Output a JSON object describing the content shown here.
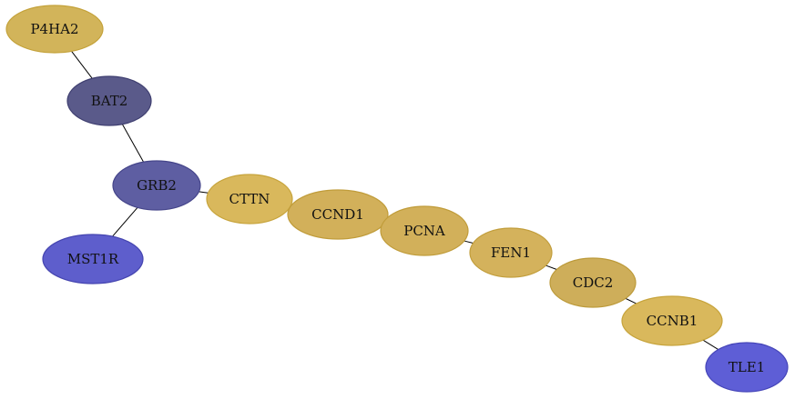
{
  "graph": {
    "nodes": [
      {
        "id": "P4HA2",
        "label": "P4HA2",
        "fill": "#d2b45a",
        "stroke": "#c4a23a"
      },
      {
        "id": "BAT2",
        "label": "BAT2",
        "fill": "#5a5a8a",
        "stroke": "#3f3f70"
      },
      {
        "id": "GRB2",
        "label": "GRB2",
        "fill": "#5e5ea2",
        "stroke": "#45458a"
      },
      {
        "id": "MST1R",
        "label": "MST1R",
        "fill": "#5e5ecc",
        "stroke": "#4545b0"
      },
      {
        "id": "CTTN",
        "label": "CTTN",
        "fill": "#d9b85c",
        "stroke": "#c7a43c"
      },
      {
        "id": "CCND1",
        "label": "CCND1",
        "fill": "#d2b05a",
        "stroke": "#c09c3a"
      },
      {
        "id": "PCNA",
        "label": "PCNA",
        "fill": "#d2b05a",
        "stroke": "#c09c3a"
      },
      {
        "id": "FEN1",
        "label": "FEN1",
        "fill": "#d4b25c",
        "stroke": "#c29e3c"
      },
      {
        "id": "CDC2",
        "label": "CDC2",
        "fill": "#ceae5a",
        "stroke": "#bc9a3a"
      },
      {
        "id": "CCNB1",
        "label": "CCNB1",
        "fill": "#d9b85c",
        "stroke": "#c7a43c"
      },
      {
        "id": "TLE1",
        "label": "TLE1",
        "fill": "#5e5ed6",
        "stroke": "#4545b8"
      }
    ],
    "edges": [
      {
        "source": "P4HA2",
        "target": "BAT2"
      },
      {
        "source": "BAT2",
        "target": "GRB2"
      },
      {
        "source": "GRB2",
        "target": "MST1R"
      },
      {
        "source": "GRB2",
        "target": "CTTN"
      },
      {
        "source": "CTTN",
        "target": "CCND1"
      },
      {
        "source": "CCND1",
        "target": "PCNA"
      },
      {
        "source": "PCNA",
        "target": "FEN1"
      },
      {
        "source": "FEN1",
        "target": "CDC2"
      },
      {
        "source": "CDC2",
        "target": "CCNB1"
      },
      {
        "source": "CCNB1",
        "target": "TLE1"
      }
    ]
  }
}
